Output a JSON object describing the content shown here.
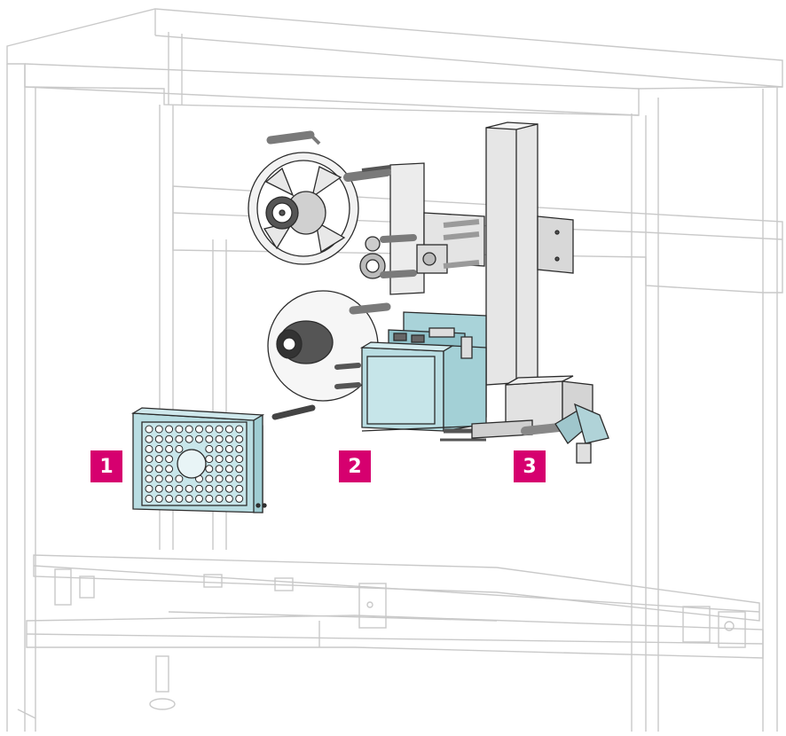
{
  "colors": {
    "frame_stroke": "#c9c9c9",
    "machine_stroke": "#2b2b2b",
    "component_fill": "#b9dde2",
    "metal_fill": "#e4e4e4",
    "dark_metal": "#5a5a5a",
    "callout_bg": "#d6006f",
    "callout_text": "#ffffff"
  },
  "callouts": [
    {
      "label": "1",
      "component": "control-unit-panel"
    },
    {
      "label": "2",
      "component": "label-printer"
    },
    {
      "label": "3",
      "component": "applicator-head"
    }
  ]
}
